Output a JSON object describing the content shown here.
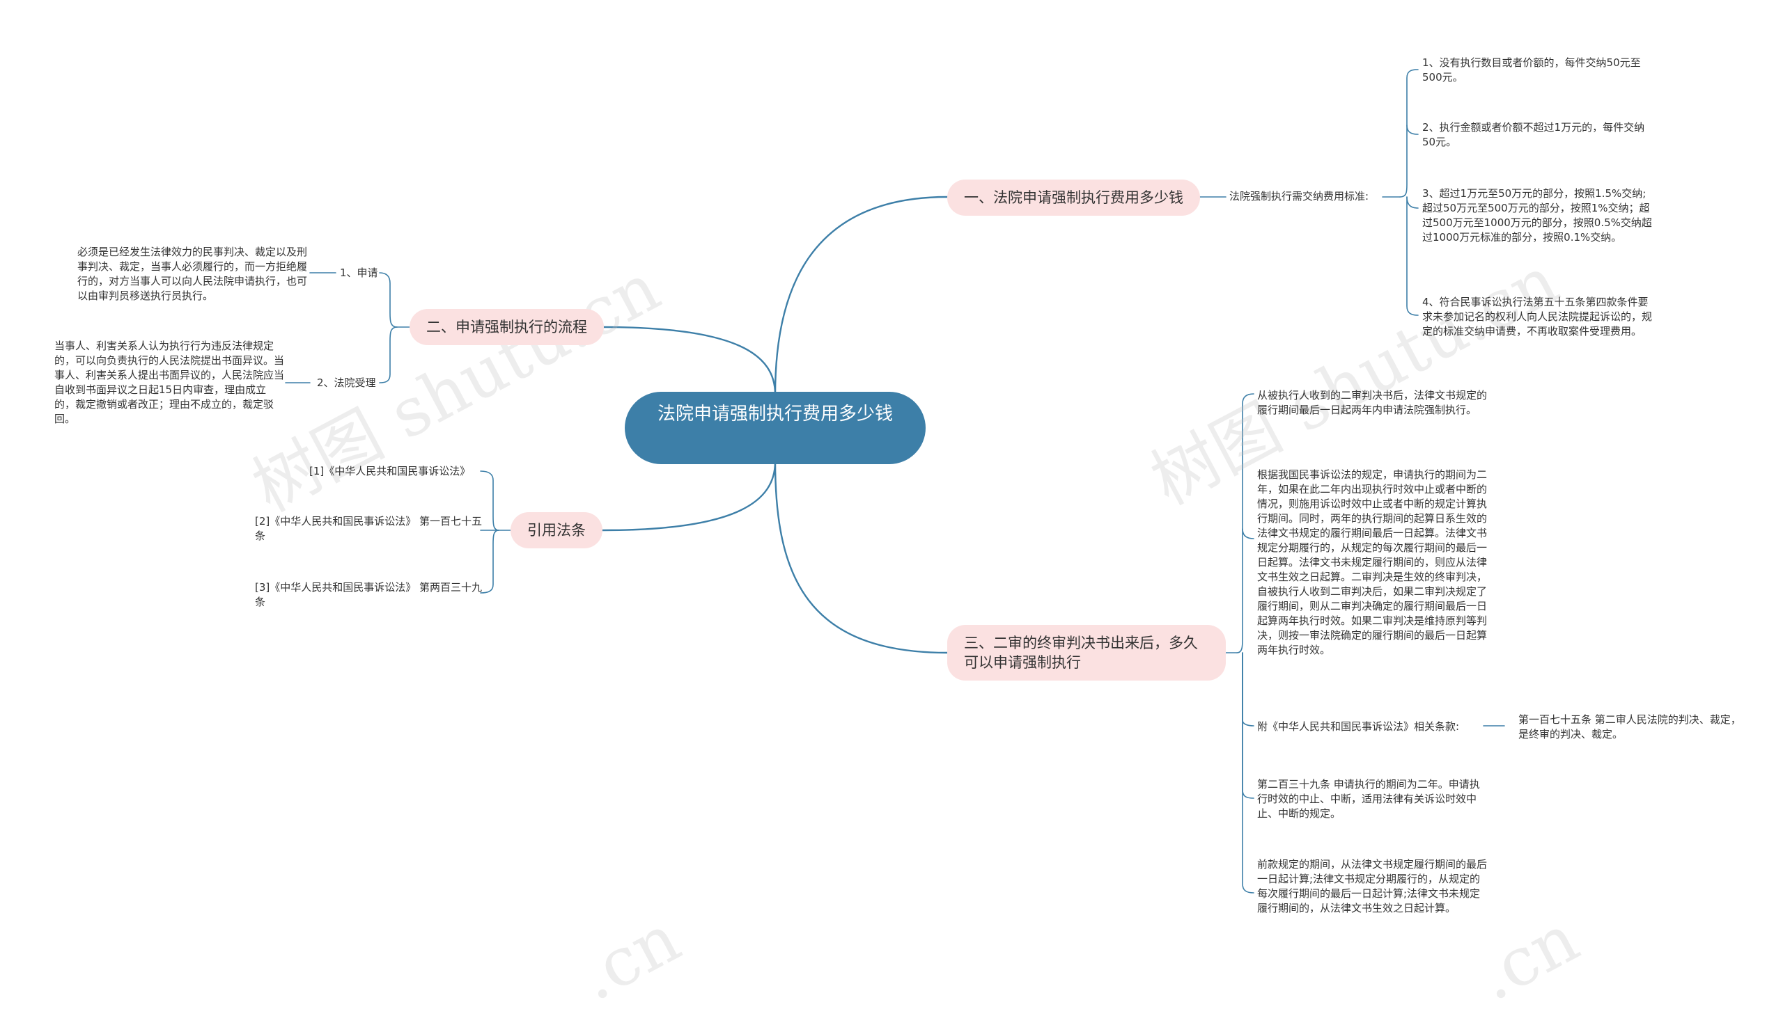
{
  "root": {
    "title": "法院申请强制执行费用多少钱"
  },
  "branches": {
    "b1": {
      "label": "一、法院申请强制执行费用多少钱",
      "sub_label": "法院强制执行需交纳费用标准:",
      "items": [
        "1、没有执行数目或者价额的，每件交纳50元至500元。",
        "2、执行金额或者价额不超过1万元的，每件交纳50元。",
        "3、超过1万元至50万元的部分，按照1.5%交纳;超过50万元至500万元的部分，按照1%交纳；超过500万元至1000万元的部分，按照0.5%交纳超过1000万元标准的部分，按照0.1%交纳。",
        "4、符合民事诉讼执行法第五十五条第四款条件要求未参加记名的权利人向人民法院提起诉讼的，规定的标准交纳申请费，不再收取案件受理费用。"
      ]
    },
    "b2": {
      "label": "二、申请强制执行的流程",
      "items": [
        {
          "label": "1、申请",
          "text": "必须是已经发生法律效力的民事判决、裁定以及刑事判决、裁定，当事人必须履行的，而一方拒绝履行的，对方当事人可以向人民法院申请执行，也可以由审判员移送执行员执行。"
        },
        {
          "label": "2、法院受理",
          "text": "当事人、利害关系人认为执行行为违反法律规定的，可以向负责执行的人民法院提出书面异议。当事人、利害关系人提出书面异议的，人民法院应当自收到书面异议之日起15日内审查，理由成立的，裁定撤销或者改正；理由不成立的，裁定驳回。"
        }
      ]
    },
    "b3": {
      "label": "引用法条",
      "items": [
        "[1]《中华人民共和国民事诉讼法》",
        "[2]《中华人民共和国民事诉讼法》 第一百七十五条",
        "[3]《中华人民共和国民事诉讼法》 第两百三十九条"
      ]
    },
    "b4": {
      "label": "三、二审的终审判决书出来后，多久可以申请强制执行",
      "items": [
        "从被执行人收到的二审判决书后，法律文书规定的履行期间最后一日起两年内申请法院强制执行。",
        "根据我国民事诉讼法的规定，申请执行的期间为二年，如果在此二年内出现执行时效中止或者中断的情况，则施用诉讼时效中止或者中断的规定计算执行期间。同时，两年的执行期间的起算日系生效的法律文书规定的履行期间最后一日起算。法律文书规定分期履行的，从规定的每次履行期间的最后一日起算。法律文书未规定履行期间的，则应从法律文书生效之日起算。二审判决是生效的终审判决，自被执行人收到二审判决后，如果二审判决规定了履行期间，则从二审判决确定的履行期间最后一日起算两年执行时效。如果二审判决是维持原判等判决，则按一审法院确定的履行期间的最后一日起算两年执行时效。",
        "附《中华人民共和国民事诉讼法》相关条款:",
        "第二百三十九条 申请执行的期间为二年。申请执行时效的中止、中断，适用法律有关诉讼时效中止、中断的规定。",
        "前款规定的期间，从法律文书规定履行期间的最后一日起计算;法律文书规定分期履行的，从规定的每次履行期间的最后一日起计算;法律文书未规定履行期间的，从法律文书生效之日起计算。"
      ],
      "appendix_text": "第一百七十五条 第二审人民法院的判决、裁定，是终审的判决、裁定。"
    }
  },
  "watermark": {
    "text": "树图 shutu.cn",
    "text_short": ".cn"
  },
  "colors": {
    "root_fill": "#3d7fa8",
    "branch_fill": "#fbe1e1",
    "line": "#3d7fa8"
  }
}
